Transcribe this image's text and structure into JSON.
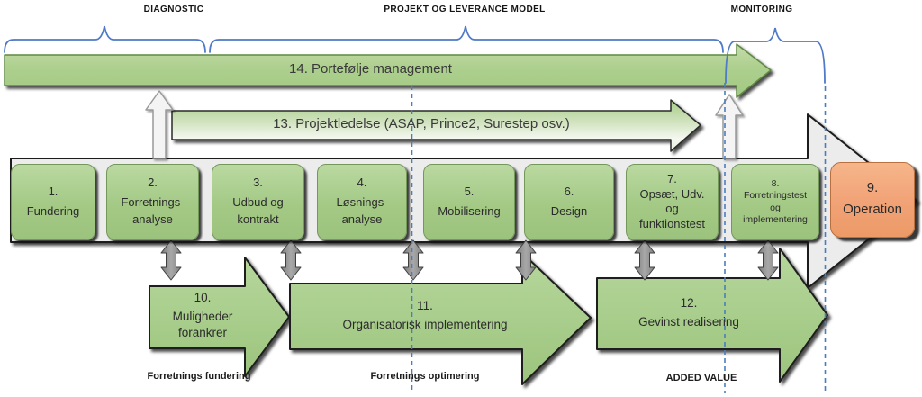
{
  "sections": {
    "diagnostic": "DIAGNOSTIC",
    "model": "PROJEKT OG LEVERANCE MODEL",
    "monitoring": "MONITORING"
  },
  "top_arrows": {
    "portfolio_management": "14. Portefølje management",
    "project_management": "13. Projektledelse (ASAP, Prince2, Surestep osv.)"
  },
  "phases": [
    {
      "number": "1.",
      "title": "Fundering"
    },
    {
      "number": "2.",
      "title": "Forretnings-\nanalyse"
    },
    {
      "number": "3.",
      "title": "Udbud og\nkontrakt"
    },
    {
      "number": "4.",
      "title": "Løsnings-\nanalyse"
    },
    {
      "number": "5.",
      "title": "Mobilisering"
    },
    {
      "number": "6.",
      "title": "Design"
    },
    {
      "number": "7.",
      "title": "Opsæt, Udv.\nog\nfunktionstest"
    },
    {
      "number": "8.",
      "title": "Forretningstest\nog\nimplementering"
    },
    {
      "number": "9.",
      "title": "Operation"
    }
  ],
  "value_arrows": [
    {
      "number": "10.",
      "title": "Muligheder\nforankrer"
    },
    {
      "number": "11.",
      "title": "Organisatorisk implementering"
    },
    {
      "number": "12.",
      "title": "Gevinst realisering"
    }
  ],
  "footer_labels": [
    "Forretnings fundering",
    "Forretnings optimering",
    "ADDED VALUE"
  ],
  "colors": {
    "phase_green": "#a3c985",
    "operation_orange": "#f1a276",
    "arrow_green": "#a9ce8c",
    "process_band_gray": "#ececec",
    "brace_blue": "#4f7ac7",
    "guide_line_blue": "#4a7ebb",
    "connector_gray": "#8d8d8d"
  }
}
